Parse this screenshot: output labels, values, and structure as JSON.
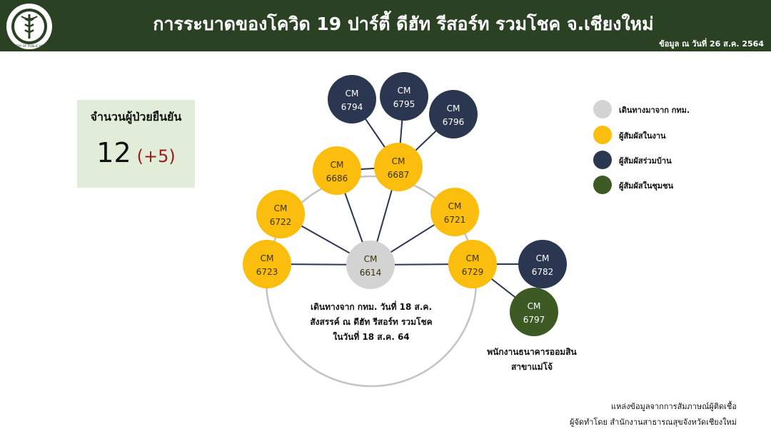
{
  "header": {
    "title": "การระบาดของโควิด 19 ปาร์ตี้ ดีฮัท รีสอร์ท รวมโชค จ.เชียงใหม่",
    "date": "ข้อมูล ณ วันที่ 26 ส.ค. 2564",
    "logo_icon": "ministry-of-public-health-logo-icon",
    "logo_text": "MINISTRY OF PUBLIC HEALTH"
  },
  "summary": {
    "label": "จำนวนผู้ป่วยยืนยัน",
    "value": "12",
    "delta": "(+5)"
  },
  "colors": {
    "header_bg": "#2a4223",
    "summary_bg": "#e1edd9",
    "travel": "#d3d3d3",
    "event": "#fbbd0e",
    "household": "#2b3650",
    "community": "#3d5a24",
    "delta_text": "#9a1c1c",
    "edge": "#2b3650",
    "ring": "#c4c4c4"
  },
  "legend": [
    {
      "label": "เดินทางมาจาก กทม.",
      "group": "travel"
    },
    {
      "label": "ผู้สัมผัสในงาน",
      "group": "event"
    },
    {
      "label": "ผู้สัมผัสร่วมบ้าน",
      "group": "household"
    },
    {
      "label": "ผู้สัมผัสในชุมชน",
      "group": "community"
    }
  ],
  "diagram": {
    "nodes": [
      {
        "id": "6614",
        "prefix": "CM",
        "number": "6614",
        "group": "travel"
      },
      {
        "id": "6686",
        "prefix": "CM",
        "number": "6686",
        "group": "event"
      },
      {
        "id": "6687",
        "prefix": "CM",
        "number": "6687",
        "group": "event"
      },
      {
        "id": "6722",
        "prefix": "CM",
        "number": "6722",
        "group": "event"
      },
      {
        "id": "6721",
        "prefix": "CM",
        "number": "6721",
        "group": "event"
      },
      {
        "id": "6723",
        "prefix": "CM",
        "number": "6723",
        "group": "event"
      },
      {
        "id": "6729",
        "prefix": "CM",
        "number": "6729",
        "group": "event"
      },
      {
        "id": "6794",
        "prefix": "CM",
        "number": "6794",
        "group": "household"
      },
      {
        "id": "6795",
        "prefix": "CM",
        "number": "6795",
        "group": "household"
      },
      {
        "id": "6796",
        "prefix": "CM",
        "number": "6796",
        "group": "household"
      },
      {
        "id": "6782",
        "prefix": "CM",
        "number": "6782",
        "group": "household"
      },
      {
        "id": "6797",
        "prefix": "CM",
        "number": "6797",
        "group": "community"
      }
    ],
    "edges": [
      [
        "6614",
        "6723"
      ],
      [
        "6614",
        "6722"
      ],
      [
        "6614",
        "6686"
      ],
      [
        "6614",
        "6687"
      ],
      [
        "6614",
        "6721"
      ],
      [
        "6614",
        "6729"
      ],
      [
        "6686",
        "6687"
      ],
      [
        "6687",
        "6794"
      ],
      [
        "6687",
        "6795"
      ],
      [
        "6687",
        "6796"
      ],
      [
        "6729",
        "6782"
      ],
      [
        "6729",
        "6797"
      ]
    ],
    "origin_note": [
      "เดินทางจาก กทม. วันที่ 18 ส.ค.",
      "สังสรรค์ ณ ดีฮัท รีสอร์ท รวมโชค",
      "ในวันที่ 18 ส.ค. 64"
    ],
    "bank_note": [
      "พนักงานธนาคารออมสิน",
      "สาขาแม่โจ้"
    ]
  },
  "footer": {
    "source_line1": "แหล่งข้อมูลจากการสัมภาษณ์ผู้ติดเชื้อ",
    "source_line2": "ผู้จัดทำโดย สำนักงานสาธารณสุขจังหวัดเชียงใหม่"
  }
}
